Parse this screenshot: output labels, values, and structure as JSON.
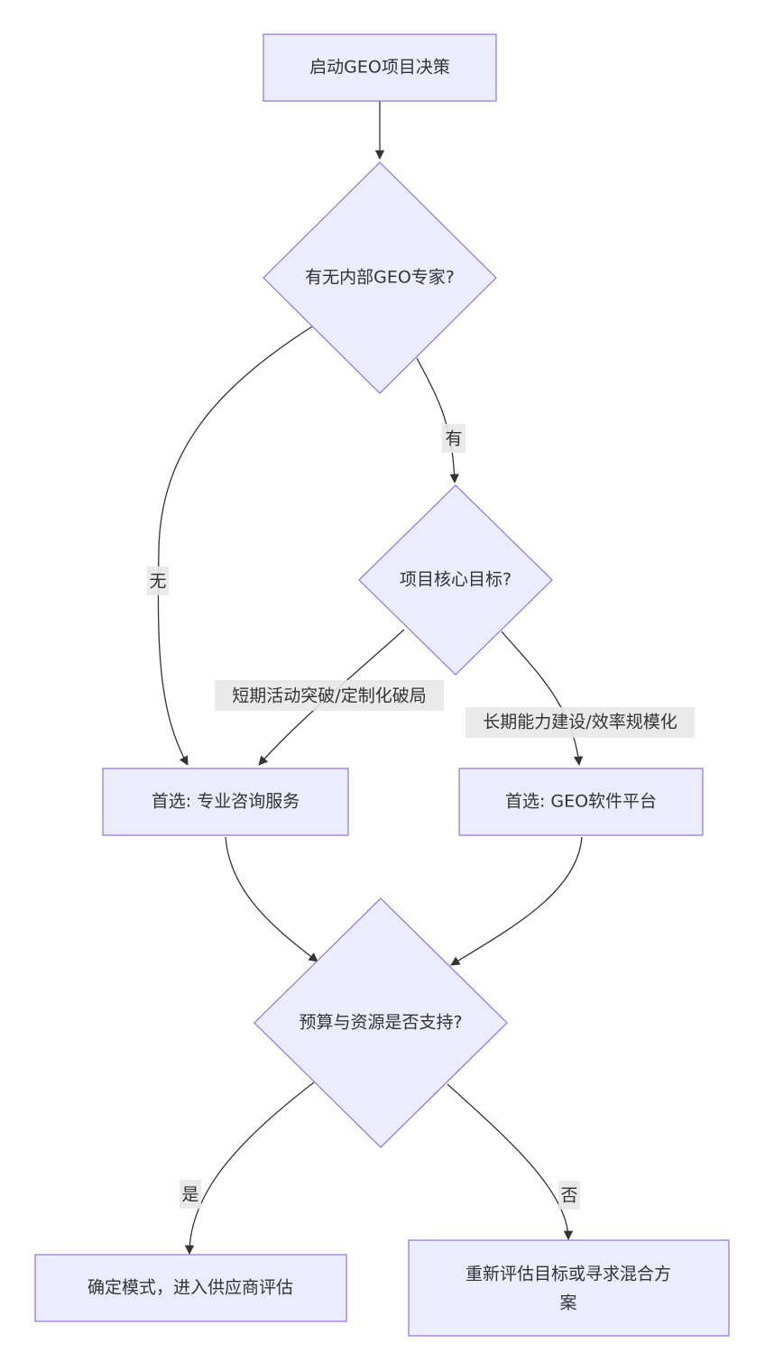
{
  "nodes": {
    "start": "启动GEO项目决策",
    "q_expert": "有无内部GEO专家?",
    "q_goal": "项目核心目标?",
    "consulting": "首选: 专业咨询服务",
    "software": "首选: GEO软件平台",
    "q_budget": "预算与资源是否支持?",
    "confirm": "确定模式，进入供应商评估",
    "reevaluate_line1": "重新评估目标或寻求混合方",
    "reevaluate_line2": "案"
  },
  "edges": {
    "no_expert": "无",
    "has_expert": "有",
    "short_term": "短期活动突破/定制化破局",
    "long_term": "长期能力建设/效率规模化",
    "yes": "是",
    "no": "否"
  },
  "colors": {
    "node_fill": "#ececff",
    "node_stroke": "#9370db",
    "edge_stroke": "#333333",
    "label_bg": "#e8e8e8",
    "text": "#333333"
  }
}
